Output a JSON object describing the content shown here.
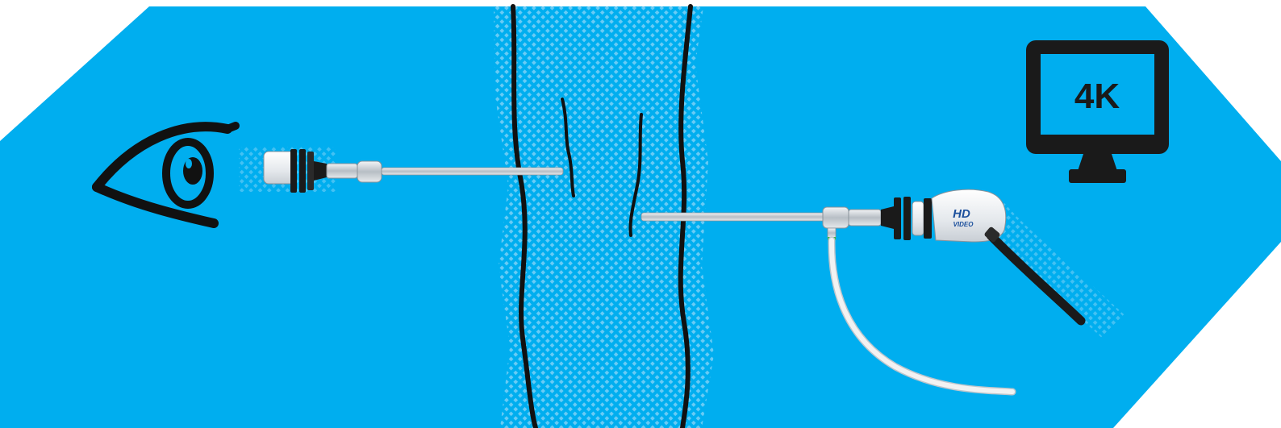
{
  "colors": {
    "background": "#ffffff",
    "panel_blue": "#00aeef",
    "tissue_dots": "#7fd3f7",
    "outline": "#111111",
    "metal": "#c9ced3",
    "cable_white": "#f2f2f2",
    "camera_black": "#1a1a1a",
    "hd_text": "#1b4f9c"
  },
  "icons": {
    "eye": "eye-icon",
    "monitor": "monitor-icon",
    "optical_endoscope": "optical-endoscope-icon",
    "video_endoscope": "video-endoscope-icon",
    "tissue": "tissue-wall-icon"
  },
  "monitor": {
    "label": "4K"
  },
  "camera": {
    "badge_top": "HD",
    "badge_bottom": "VIDEO"
  }
}
